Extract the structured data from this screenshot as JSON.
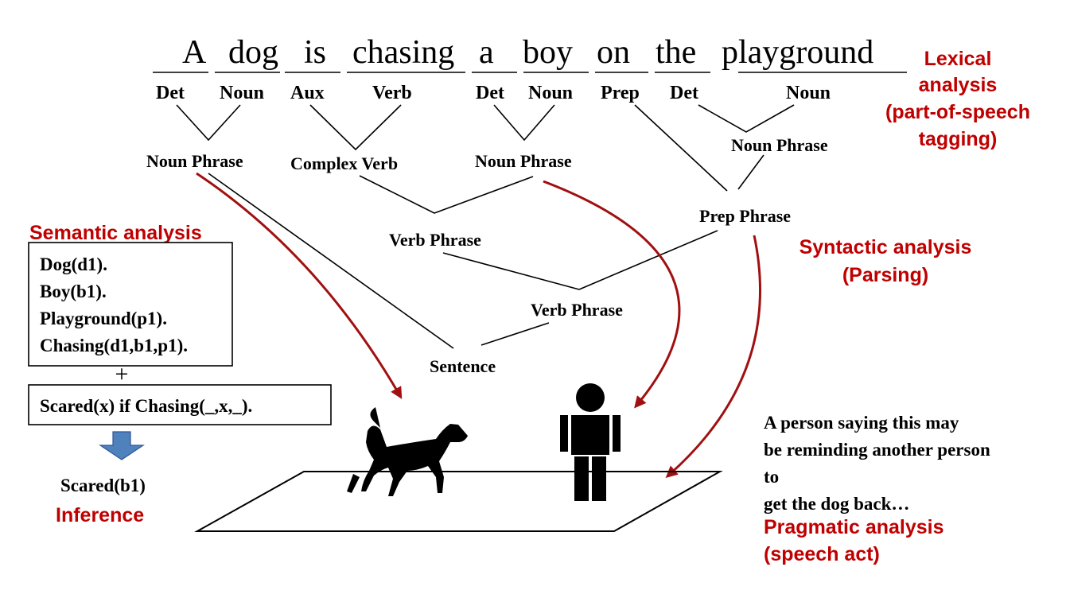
{
  "sentence_words": [
    "A",
    "dog",
    "is",
    "chasing",
    "a",
    "boy",
    "on",
    "the",
    "playground"
  ],
  "pos_tags": [
    "Det",
    "Noun",
    "Aux",
    "Verb",
    "Det",
    "Noun",
    "Prep",
    "Det",
    "Noun"
  ],
  "parse_nodes": {
    "np1": "Noun Phrase",
    "cv": "Complex Verb",
    "np2": "Noun Phrase",
    "np3": "Noun Phrase",
    "pp": "Prep Phrase",
    "vp1": "Verb Phrase",
    "vp2": "Verb Phrase",
    "s": "Sentence"
  },
  "labels": {
    "lexical": [
      "Lexical",
      "analysis",
      "(part-of-speech",
      "tagging)"
    ],
    "syntactic": [
      "Syntactic analysis",
      "(Parsing)"
    ],
    "semantic": "Semantic analysis",
    "inference": "Inference",
    "pragmatic": [
      "Pragmatic analysis",
      "(speech act)"
    ]
  },
  "semantic_facts": [
    "Dog(d1).",
    "Boy(b1).",
    "Playground(p1).",
    "Chasing(d1,b1,p1)."
  ],
  "plus_sign": "+",
  "rule": "Scared(x) if Chasing(_,x,_).",
  "inference_result": "Scared(b1)",
  "pragmatic_note": [
    "A person saying this may",
    "be reminding another person",
    "to",
    "get the dog back…"
  ],
  "colors": {
    "accent_red": "#c00000",
    "arrow_red": "#a01010",
    "down_arrow_blue": "#4f81bd"
  }
}
